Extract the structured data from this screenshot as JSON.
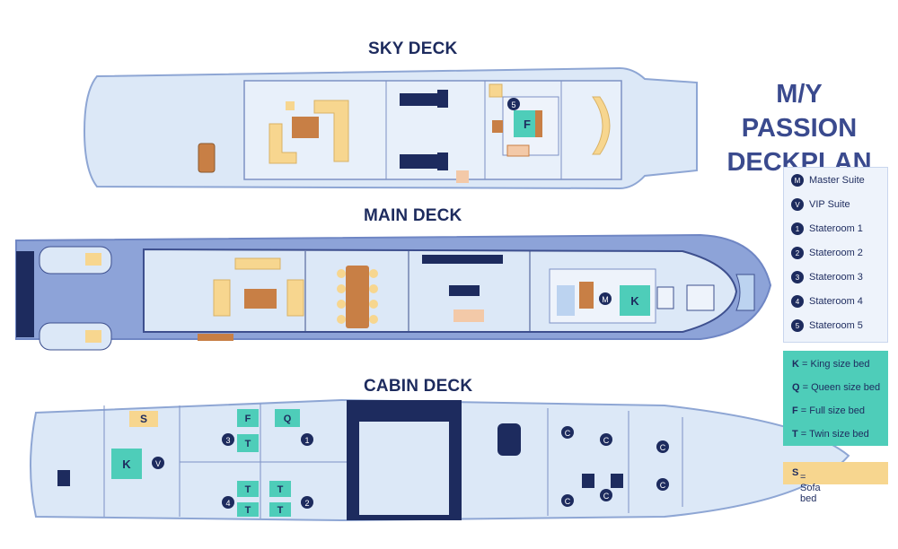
{
  "title": {
    "line1": "M/Y PASSION",
    "line2": "DECKPLAN"
  },
  "decks": {
    "sky": "SKY DECK",
    "main": "MAIN DECK",
    "cabin": "CABIN DECK"
  },
  "rooms_legend": [
    {
      "code": "M",
      "label": "Master Suite"
    },
    {
      "code": "V",
      "label": "VIP Suite"
    },
    {
      "code": "1",
      "label": "Stateroom 1"
    },
    {
      "code": "2",
      "label": "Stateroom 2"
    },
    {
      "code": "3",
      "label": "Stateroom 3"
    },
    {
      "code": "4",
      "label": "Stateroom 4"
    },
    {
      "code": "5",
      "label": "Stateroom 5"
    }
  ],
  "beds_legend": [
    {
      "code": "K",
      "label": "= King size bed"
    },
    {
      "code": "Q",
      "label": "= Queen size bed"
    },
    {
      "code": "F",
      "label": "= Full size bed"
    },
    {
      "code": "T",
      "label": "= Twin size bed"
    }
  ],
  "sofa_legend": {
    "code": "S",
    "label": "= Sofa bed"
  },
  "markers": {
    "master": "M",
    "vip": "V",
    "crew": "C",
    "king": "K",
    "queen": "Q",
    "full": "F",
    "twin": "T",
    "sofa": "S",
    "s1": "1",
    "s2": "2",
    "s3": "3",
    "s4": "4",
    "s5": "5"
  },
  "colors": {
    "hull_fill": "#dce8f7",
    "hull_stroke": "#8ea6d4",
    "main_hull": "#8da3d8",
    "navy": "#1d2b5e",
    "sofa": "#f7d68f",
    "bed": "#4ecdb9",
    "wood": "#c87f45"
  }
}
